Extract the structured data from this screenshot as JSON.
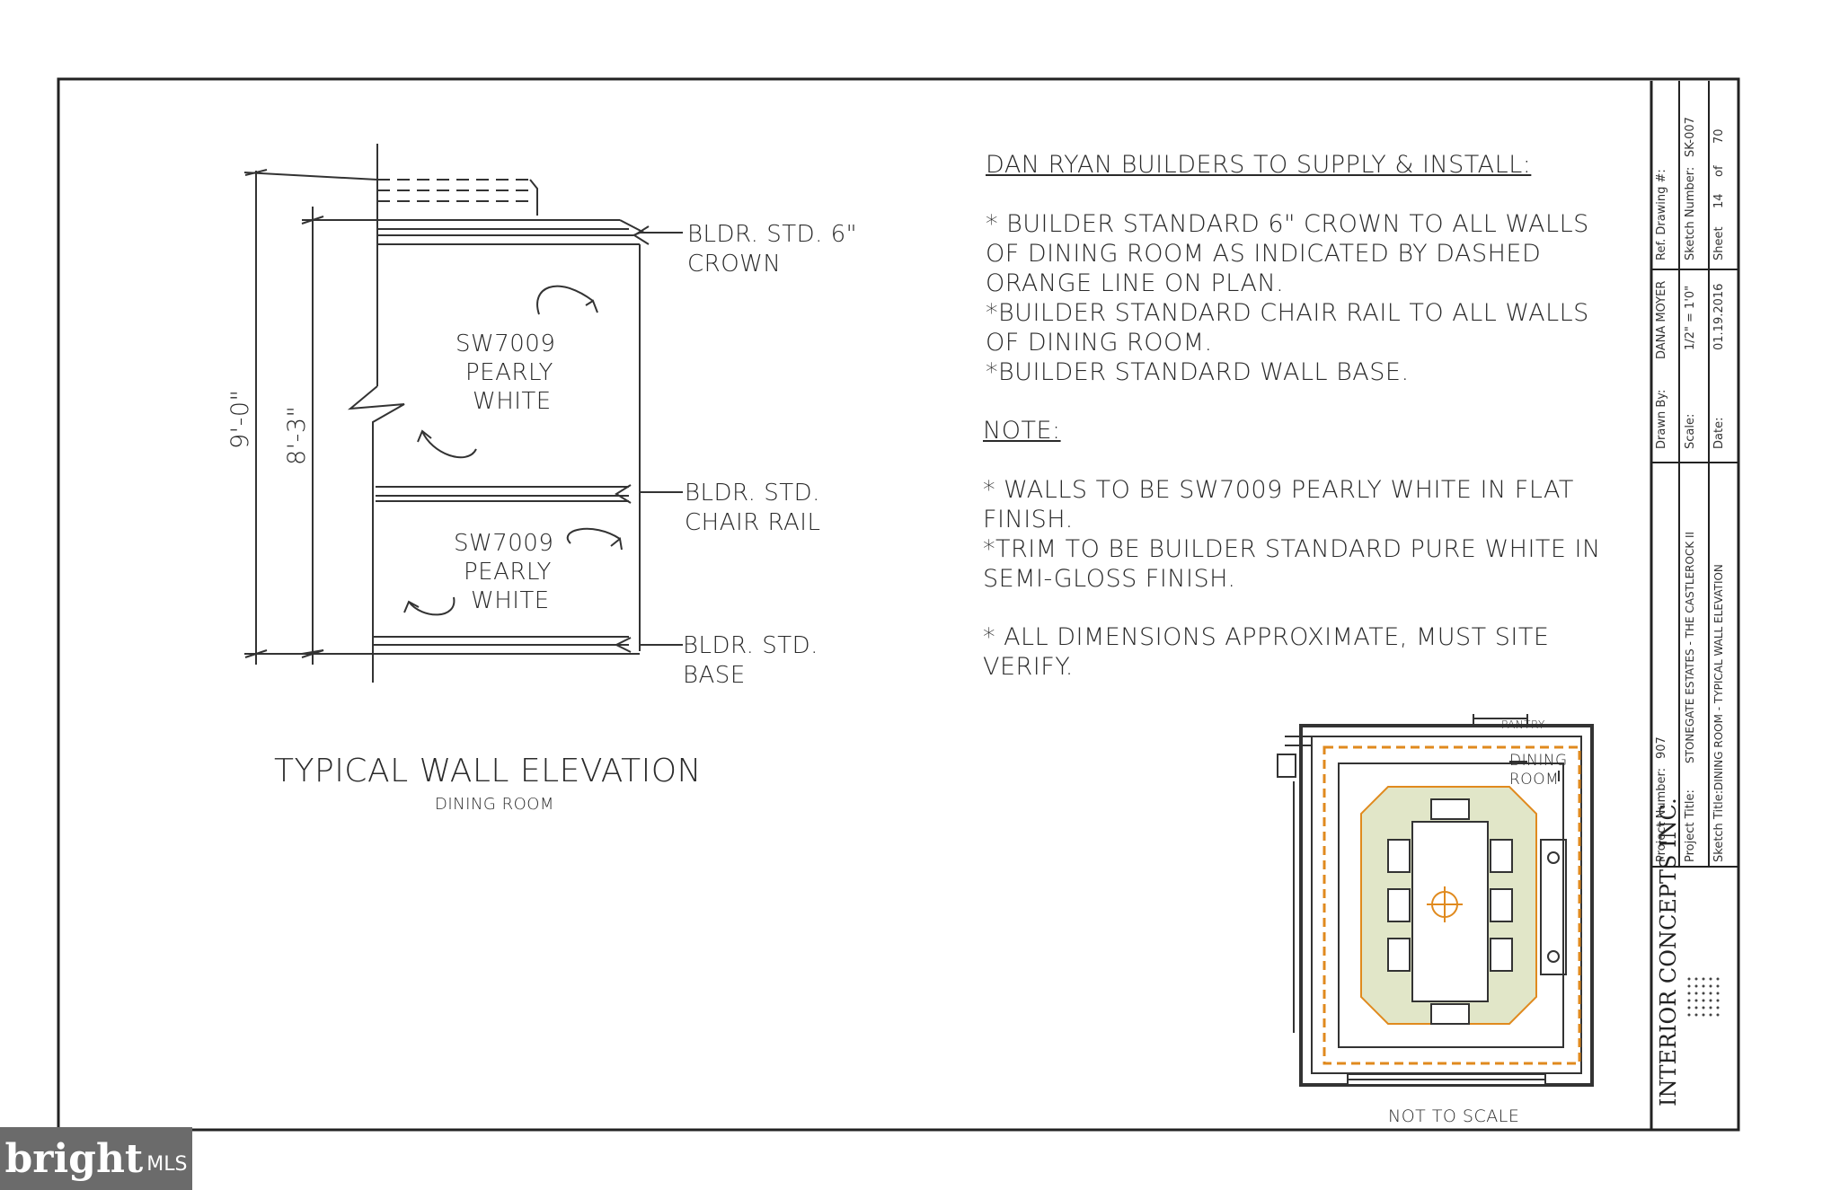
{
  "elevation": {
    "dim_overall": "9'-0\"",
    "dim_inner": "8'-3\"",
    "crown_label_1": "BLDR. STD. 6\"",
    "crown_label_2": "CROWN",
    "upper_paint_1": "SW7009",
    "upper_paint_2": "PEARLY",
    "upper_paint_3": "WHITE",
    "chair_label_1": "BLDR. STD.",
    "chair_label_2": "CHAIR RAIL",
    "lower_paint_1": "SW7009",
    "lower_paint_2": "PEARLY",
    "lower_paint_3": "WHITE",
    "base_label_1": "BLDR. STD.",
    "base_label_2": "BASE",
    "title": "TYPICAL WALL ELEVATION",
    "subtitle": "DINING ROOM"
  },
  "notes": {
    "heading": "DAN RYAN BUILDERS TO SUPPLY & INSTALL:",
    "lines_1": [
      "* BUILDER STANDARD 6\" CROWN TO ALL WALLS",
      "OF DINING ROOM AS INDICATED BY DASHED",
      "ORANGE LINE ON PLAN.",
      "*BUILDER STANDARD CHAIR RAIL TO ALL WALLS",
      "OF DINING ROOM.",
      "*BUILDER STANDARD WALL BASE."
    ],
    "note_heading": "NOTE:",
    "lines_2": [
      "* WALLS TO BE SW7009 PEARLY WHITE IN FLAT",
      "FINISH.",
      "*TRIM TO BE BUILDER STANDARD PURE WHITE IN",
      "SEMI-GLOSS FINISH."
    ],
    "lines_3": [
      "* ALL DIMENSIONS APPROXIMATE, MUST SITE",
      "VERIFY."
    ]
  },
  "plan": {
    "pantry": "PANTRY",
    "room_1": "DINING",
    "room_2": "ROOM",
    "scale_note": "NOT TO SCALE"
  },
  "title_block": {
    "company": "INTERIOR CONCEPTS INC.",
    "project_number_label": "Project Number:",
    "project_number": "907",
    "project_title_label": "Project Title:",
    "project_title": "STONEGATE ESTATES - THE CASTLEROCK II",
    "sketch_title_label": "Sketch Title:",
    "sketch_title": "DINING ROOM - TYPICAL WALL ELEVATION",
    "drawn_by_label": "Drawn By:",
    "drawn_by": "DANA MOYER",
    "scale_label": "Scale:",
    "scale": "1/2\" = 1'0\"",
    "date_label": "Date:",
    "date": "01.19.2016",
    "ref_label": "Ref. Drawing #:",
    "ref": "",
    "sketch_number_label": "Sketch Number:",
    "sketch_number": "SK-007",
    "sheet_label": "Sheet",
    "sheet": "14",
    "of_label": "of",
    "of_total": "70"
  },
  "watermark": {
    "brand": "bright",
    "suffix": "MLS"
  },
  "colors": {
    "ink": "#222222",
    "orange": "#e08a1e",
    "terrazzo": "#c9d29a"
  }
}
